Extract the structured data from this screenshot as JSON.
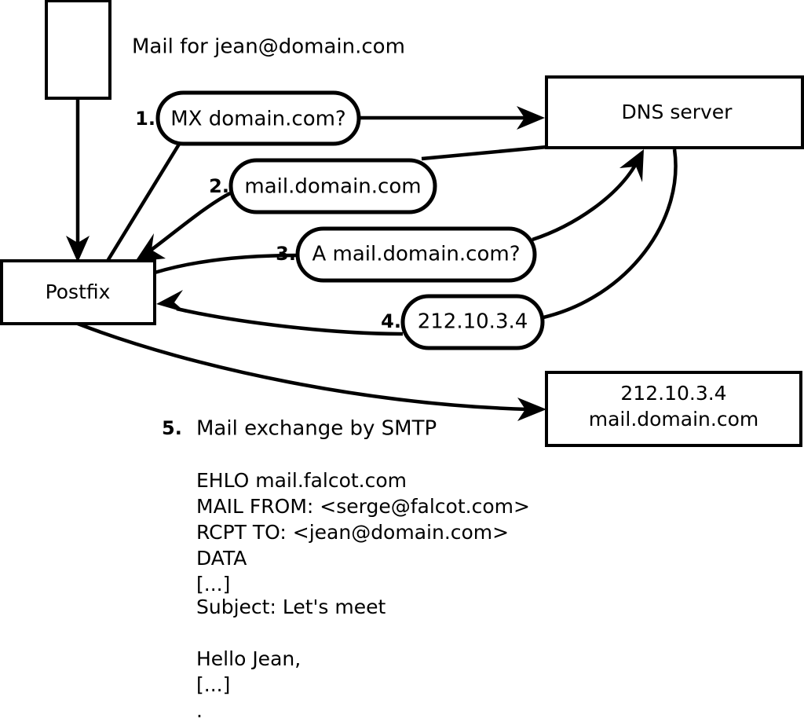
{
  "diagram": {
    "title_caption": "Mail for jean@domain.com",
    "nodes": [
      {
        "id": "client",
        "label": ""
      },
      {
        "id": "postfix",
        "label": "Postfix"
      },
      {
        "id": "dns",
        "label": "DNS server"
      },
      {
        "id": "mailserver",
        "label_line1": "212.10.3.4",
        "label_line2": "mail.domain.com"
      }
    ],
    "steps": [
      {
        "number": "1.",
        "label": "MX domain.com?"
      },
      {
        "number": "2.",
        "label": "mail.domain.com"
      },
      {
        "number": "3.",
        "label": "A mail.domain.com?"
      },
      {
        "number": "4.",
        "label": "212.10.3.4"
      }
    ],
    "step5": {
      "number": "5.",
      "label": "Mail exchange by SMTP"
    },
    "transcript": [
      "EHLO mail.falcot.com",
      "MAIL FROM: <serge@falcot.com>",
      "RCPT TO: <jean@domain.com>",
      "DATA",
      "[...]",
      "Subject: Let's meet",
      "",
      "Hello Jean,",
      "[...]",
      "",
      "."
    ]
  }
}
